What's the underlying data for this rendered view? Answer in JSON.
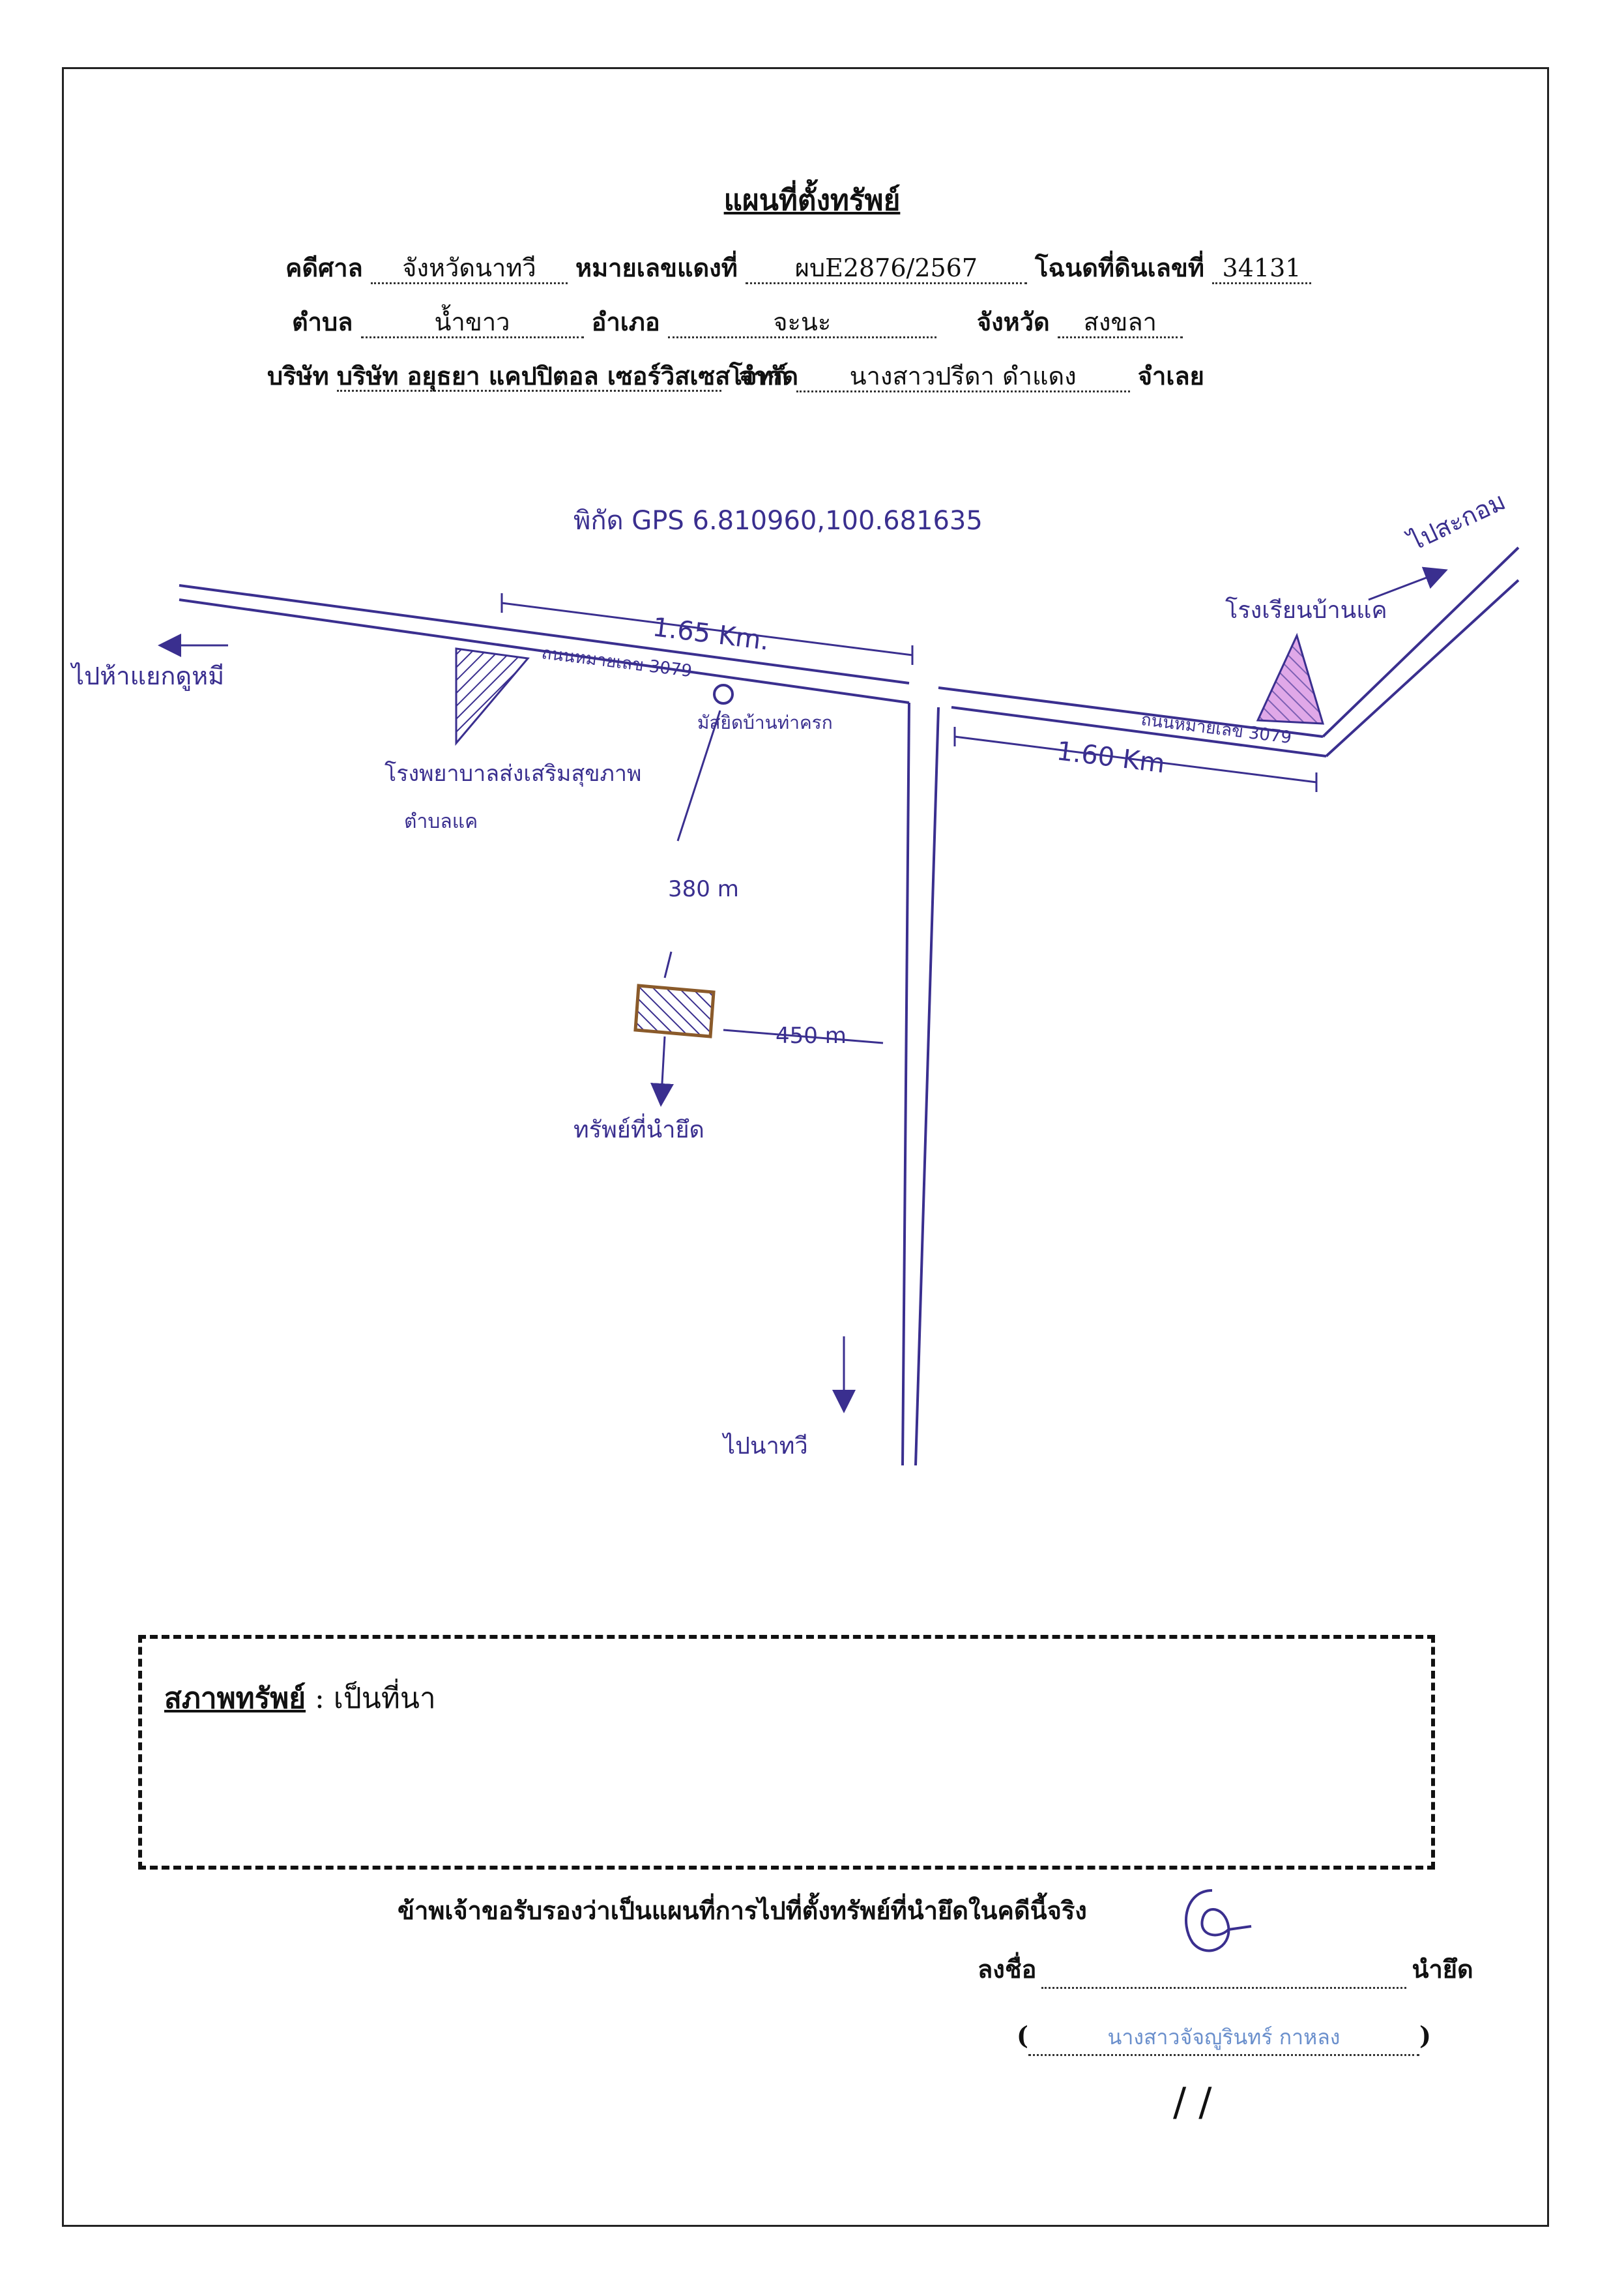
{
  "title": "แผนที่ตั้งทรัพย์",
  "case": {
    "court_label": "คดีศาล",
    "court_value": "จังหวัดนาทวี",
    "red_no_label": "หมายเลขแดงที่",
    "red_no_value": "ผบE2876/2567",
    "deed_label": "โฉนดที่ดินเลขที่",
    "deed_value": "34131",
    "tambon_label": "ตำบล",
    "tambon_value": "น้ำขาว",
    "amphoe_label": "อำเภอ",
    "amphoe_value": "จะนะ",
    "province_label": "จังหวัด",
    "province_value": "สงขลา",
    "plaintiff_prefix": "บริษัท",
    "plaintiff_value": "บริษัท อยุธยา แคปปิตอล เซอร์วิสเซส จำกัด",
    "plaintiff_label": "โจทก์",
    "defendant_value": "นางสาวปรีดา ดำแดง",
    "defendant_label": "จำเลย"
  },
  "map": {
    "coordinates": "พิกัด GPS 6.810960,100.681635",
    "dist_left": "1.65 Km.",
    "dist_right": "1.60 Km",
    "road_left": "ถนนหมายเลข 3079",
    "road_right": "ถนนหมายเลข 3079",
    "to_left": "ไปห้าแยกดูหมี",
    "to_right": "ไปสะกอม",
    "to_south": "ไปนาทวี",
    "school": "โรงเรียนบ้านแค",
    "hospital": "โรงพยาบาลส่งเสริมสุขภาพ",
    "hospital_sub": "ตำบลแค",
    "mosque": "มัสยิดบ้านท่าครก",
    "dist_down": "380 m",
    "dist_side": "450 m",
    "property": "ทรัพย์ที่นำยึด",
    "ink_color": "#3a2f8f",
    "accent_color": "#c060c0"
  },
  "condition": {
    "label": "สภาพทรัพย์",
    "value": ": เป็นที่นา"
  },
  "certification": "ข้าพเจ้าขอรับรองว่าเป็นแผนที่การไปที่ตั้งทรัพย์ที่นำยึดในคดีนี้จริง",
  "signature": {
    "sign_label": "ลงชื่อ",
    "role": "นำยึด",
    "name": "นางสาวจัจญูรินทร์ กาหลง",
    "open_paren": "(",
    "close_paren": ")",
    "date": "/ /"
  }
}
